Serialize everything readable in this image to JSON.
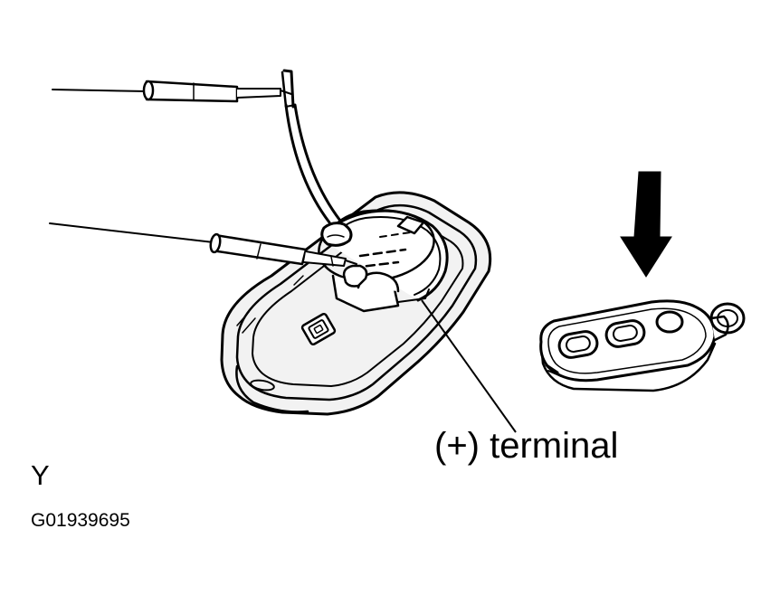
{
  "labels": {
    "terminal": "(+) terminal",
    "view_letter": "Y",
    "figure_code": "G01939695"
  },
  "icons": {
    "probe_1": "test-probe-icon",
    "probe_2": "test-probe-icon",
    "fob_case": "key-fob-case-icon",
    "battery": "coin-battery-icon",
    "arrow": "down-arrow-icon",
    "fob": "key-fob-icon"
  },
  "colors": {
    "ink": "#000000",
    "paper": "#ffffff",
    "case_fill": "#f2f2f2"
  }
}
